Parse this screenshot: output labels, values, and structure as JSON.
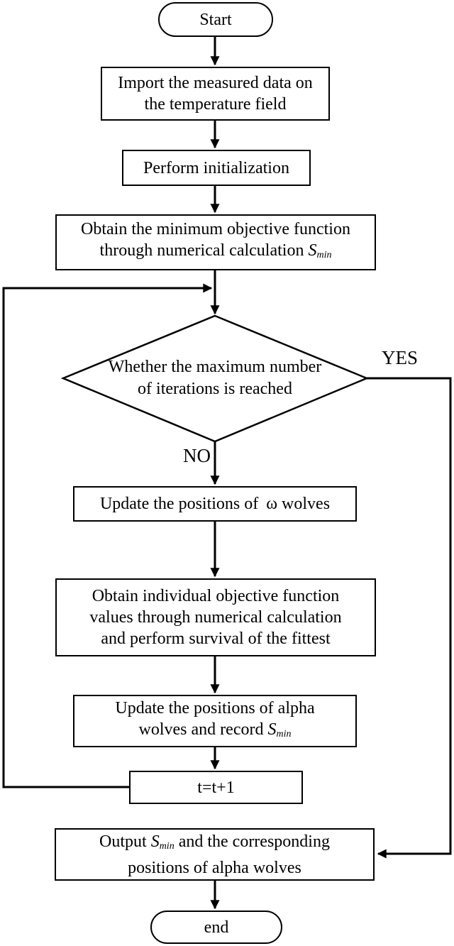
{
  "colors": {
    "stroke": "#000000",
    "background": "#ffffff",
    "node_fill": "#ffffff"
  },
  "nodes": {
    "start": {
      "label": "Start"
    },
    "import_data": {
      "line1": "Import the measured data on",
      "line2": "the temperature field"
    },
    "initialization": {
      "label": "Perform initialization"
    },
    "obtain_min": {
      "line1": "Obtain the minimum objective function",
      "line2_prefix": "through numerical calculation ",
      "var": "S",
      "sub": "min"
    },
    "decision": {
      "line1": "Whether the maximum number",
      "line2": "of iterations is reached"
    },
    "update_omega": {
      "prefix": "Update the positions of ",
      "omega": "ω",
      "suffix": " wolves"
    },
    "obtain_individual": {
      "line1": "Obtain individual objective function",
      "line2": "values through numerical calculation",
      "line3": "and perform survival of the fittest"
    },
    "update_alpha": {
      "line1": "Update the positions of alpha",
      "line2_prefix": "wolves and record ",
      "var": "S",
      "sub": "min"
    },
    "increment": {
      "label": "t=t+1"
    },
    "output": {
      "line1_prefix": "Output ",
      "var": "S",
      "sub": "min",
      "line1_suffix": " and the corresponding",
      "line2": "positions of alpha wolves"
    },
    "end": {
      "label": "end"
    }
  },
  "labels": {
    "yes": "YES",
    "no": "NO"
  }
}
